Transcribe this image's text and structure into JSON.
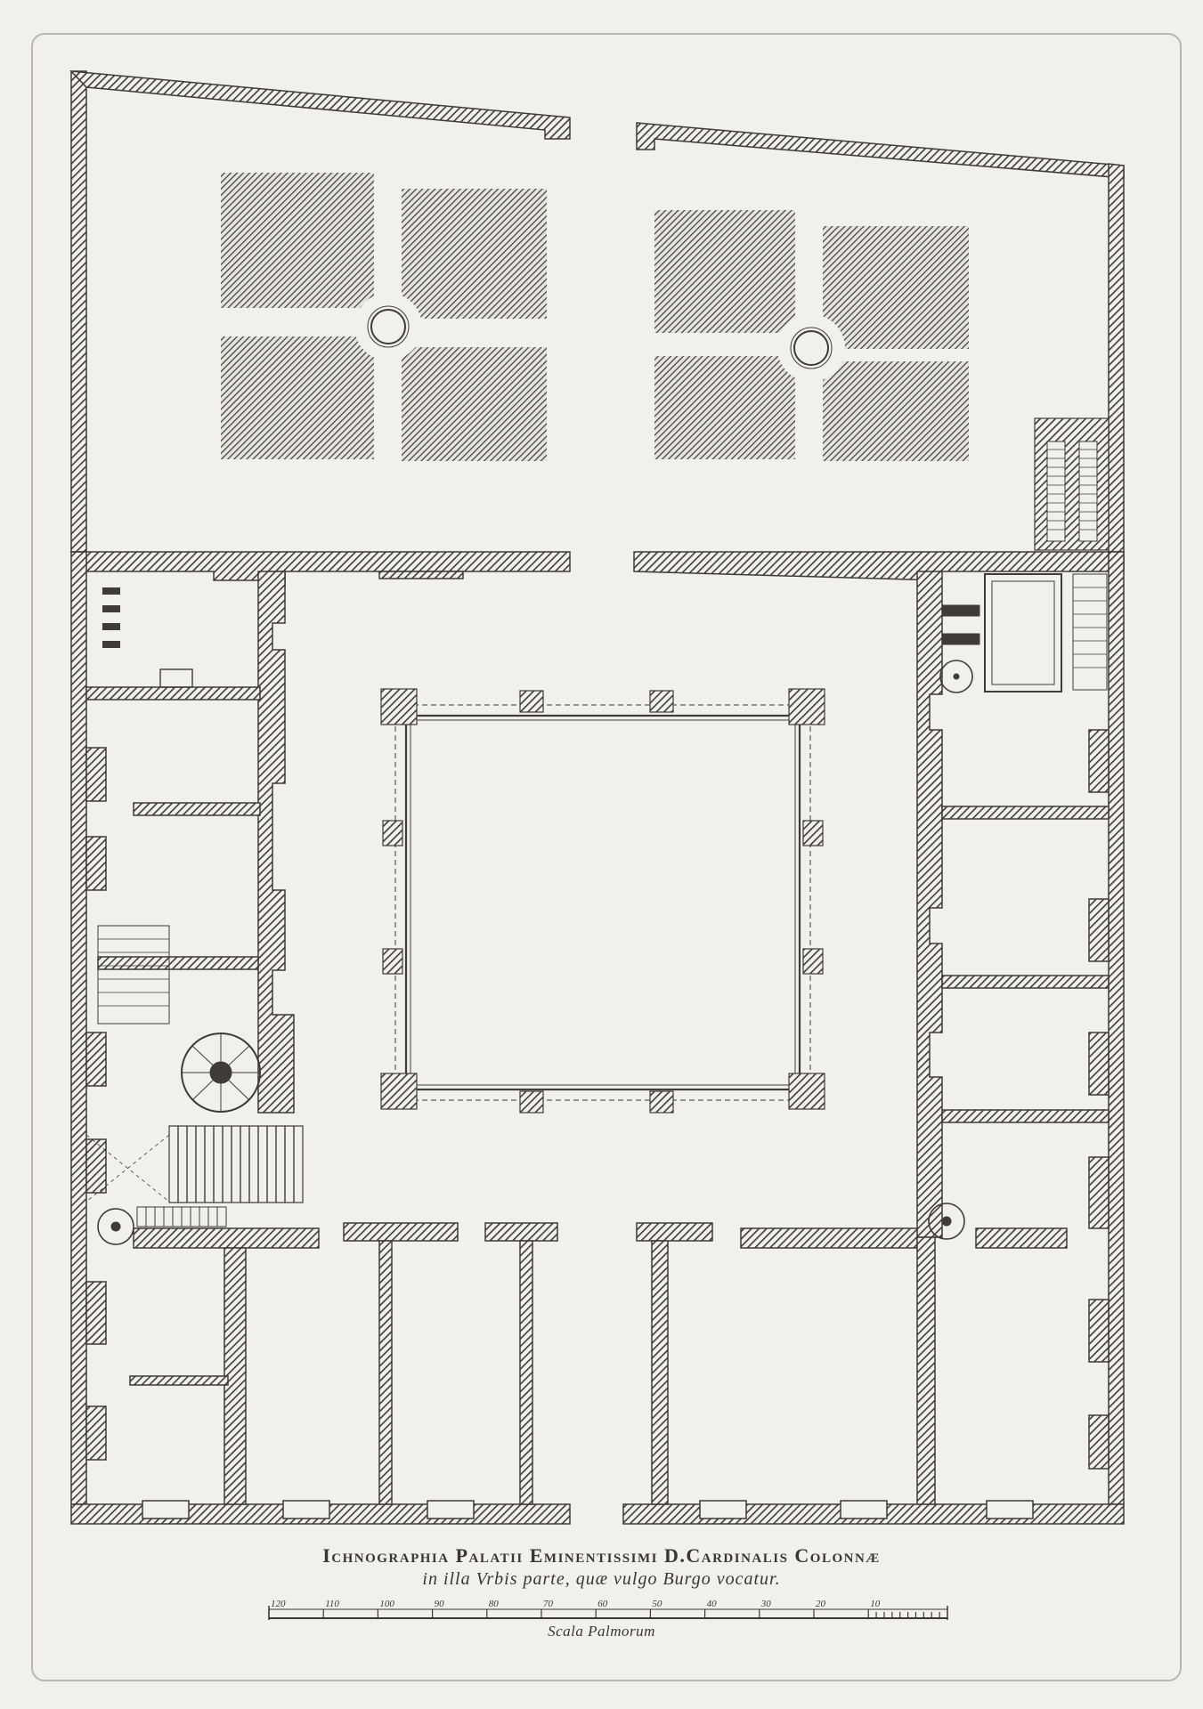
{
  "plate": {
    "title_line1": "Ichnographia Palatii Eminentissimi D.Cardinalis Colonnæ",
    "title_line2": "in illa Vrbis parte, quæ vulgo Burgo vocatur.",
    "scale_caption": "Scala Palmorum",
    "scale_ticks": [
      "120",
      "110",
      "100",
      "90",
      "80",
      "70",
      "60",
      "50",
      "40",
      "30",
      "20",
      "10"
    ]
  },
  "colors": {
    "paper": "#f1f0ec",
    "ink": "#3f3b39",
    "plate_line": "#b9b6b0"
  }
}
